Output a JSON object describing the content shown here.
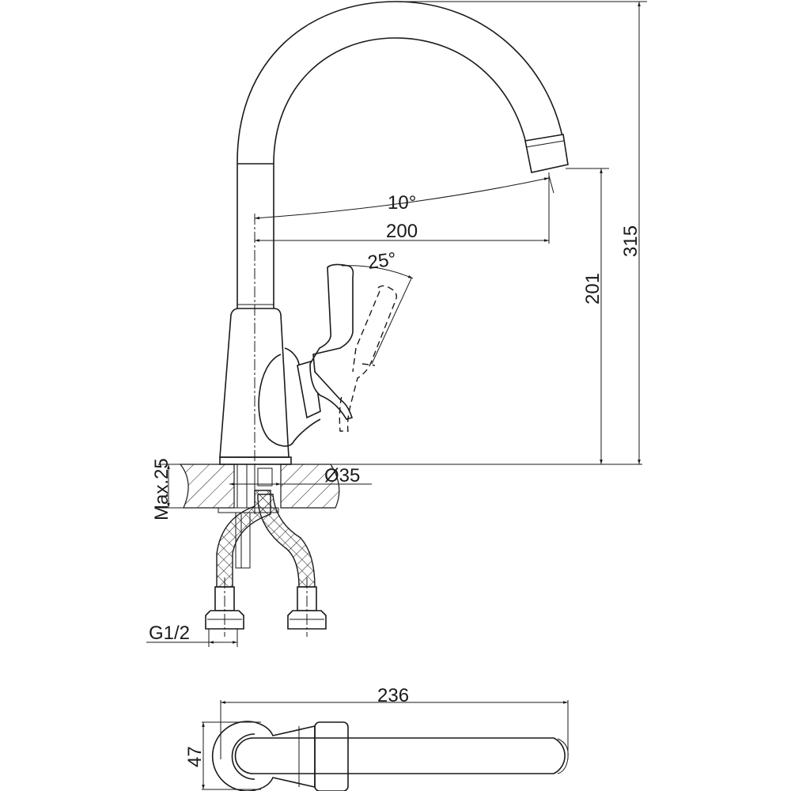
{
  "drawing": {
    "title": "Kitchen faucet dimension drawing",
    "dimensions": {
      "spout_angle": "10°",
      "spout_reach": "200",
      "lever_angle": "25°",
      "spout_height": "201",
      "total_height": "315",
      "max_counter_thickness": "Max.25",
      "hole_diameter": "Ø35",
      "connection_thread": "G1/2",
      "top_length": "236",
      "top_width": "47"
    },
    "line_color": "#1a1a1a"
  }
}
